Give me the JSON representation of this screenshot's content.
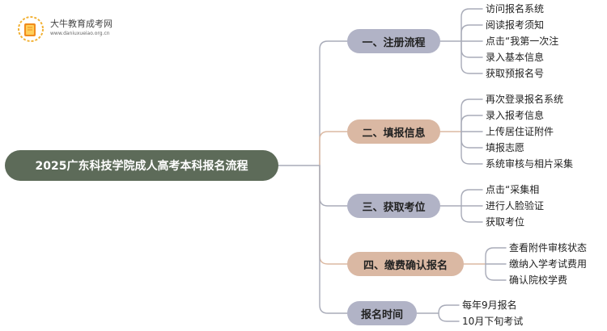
{
  "logo": {
    "name": "大牛教育成考网",
    "url": "www.daniuxueiao.org.cn"
  },
  "root": {
    "label": "2025广东科技学院成人高考本科报名流程"
  },
  "branches": [
    {
      "label": "一、注册流程",
      "children": [
        "访问报名系统",
        "阅读报考须知",
        "点击“我第一次注",
        "录入基本信息",
        "获取预报名号"
      ]
    },
    {
      "label": "二、填报信息",
      "children": [
        "再次登录报名系统",
        "录入报考信息",
        "上传居住证附件",
        "填报志愿",
        "系统审核与相片采集"
      ]
    },
    {
      "label": "三、获取考位",
      "children": [
        "点击“采集相",
        "进行人脸验证",
        "获取考位"
      ]
    },
    {
      "label": "四、缴费确认报名",
      "children": [
        "查看附件审核状态",
        "缴纳入学考试费用",
        "确认院校学费"
      ]
    },
    {
      "label": "报名时间",
      "children": [
        "每年9月报名",
        "10月下旬考试"
      ]
    }
  ],
  "colors": {
    "root_fill": "#5d6b59",
    "branch_purple": "#b1b3c6",
    "branch_tan": "#dab8a3",
    "line_gray": "#a8abb8",
    "line_tan": "#dcb9a2"
  }
}
